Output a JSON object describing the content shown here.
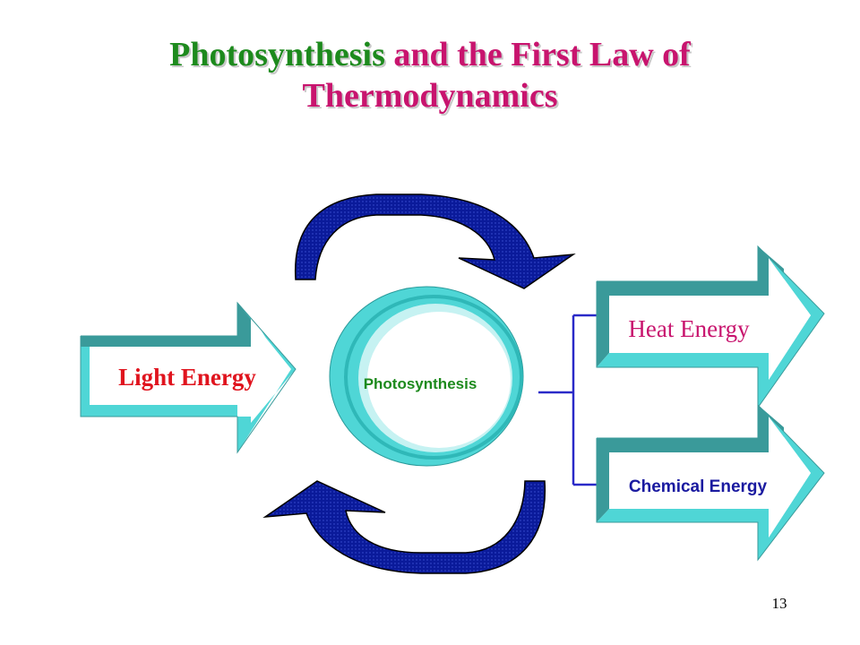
{
  "slide": {
    "title_part1": "Photosynthesis",
    "title_part2": " and the First Law of",
    "title_line2": "Thermodynamics",
    "page_number": "13"
  },
  "diagram": {
    "center_label": "Photosynthesis",
    "input_label": "Light Energy",
    "outputs": [
      {
        "label": "Heat Energy"
      },
      {
        "label": "Chemical Energy"
      }
    ]
  },
  "colors": {
    "title_green": "#1d8a1d",
    "title_pink": "#c8146e",
    "arrow_face": "#ffffff",
    "arrow_edge": "#4fd6d6",
    "arrow_edge_dark": "#3a9a9a",
    "cycle_arrow": "#0a1a9a",
    "light_label": "#e0141e",
    "heat_label": "#c8146e",
    "chemical_label": "#1a1aa0",
    "center_label": "#1d8a1d",
    "connector": "#2a2ac8"
  }
}
